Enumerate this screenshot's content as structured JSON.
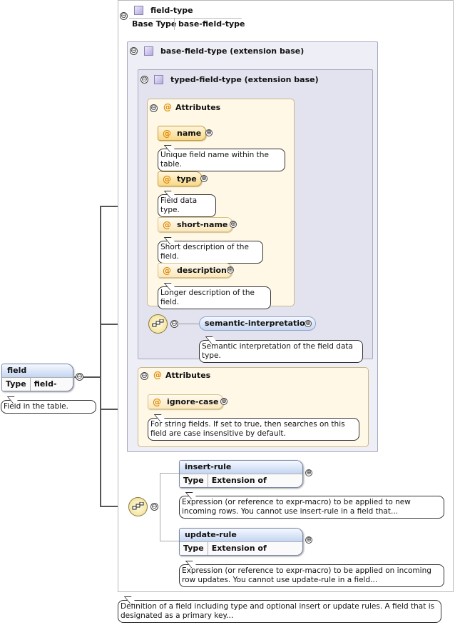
{
  "field_type": {
    "name": "field-type",
    "base_type_label": "Base Type",
    "base_type_value": "base-field-type"
  },
  "base_ext": {
    "title": "base-field-type (extension base)"
  },
  "typed_ext": {
    "title": "typed-field-type (extension base)"
  },
  "attributes_group": {
    "title": "Attributes",
    "items": [
      {
        "name": "name",
        "doc": "Unique field name within the table."
      },
      {
        "name": "type",
        "doc": "Field data type."
      },
      {
        "name": "short-name",
        "doc": "Short description of the field."
      },
      {
        "name": "description",
        "doc": "Longer description of the field."
      }
    ]
  },
  "semantic": {
    "name": "semantic-interpretation",
    "doc": "Semantic interpretation of the field data type."
  },
  "attributes_group2": {
    "title": "Attributes",
    "items": [
      {
        "name": "ignore-case",
        "doc": "For string fields. If set to true, then searches on this field are case insensitive by default."
      }
    ]
  },
  "field": {
    "name": "field",
    "type_label": "Type",
    "type_value": "field-type",
    "doc": "Field in the table."
  },
  "insert_rule": {
    "name": "insert-rule",
    "type_label": "Type",
    "type_value": "Extension of 'xs:string'",
    "doc": "Expression (or reference to expr-macro) to be applied to new incoming rows. You cannot use insert-rule in a field that..."
  },
  "update_rule": {
    "name": "update-rule",
    "type_label": "Type",
    "type_value": "Extension of 'xs:string'",
    "doc": "Expression (or reference to expr-macro) to be applied on incoming row updates. You cannot use update-rule in a field..."
  },
  "field_type_doc": "Definition of a field including type and optional insert or update rules. A field that is designated as a primary key...",
  "icons": {
    "collapse": "⊖",
    "expand": "⊕",
    "at": "@"
  }
}
